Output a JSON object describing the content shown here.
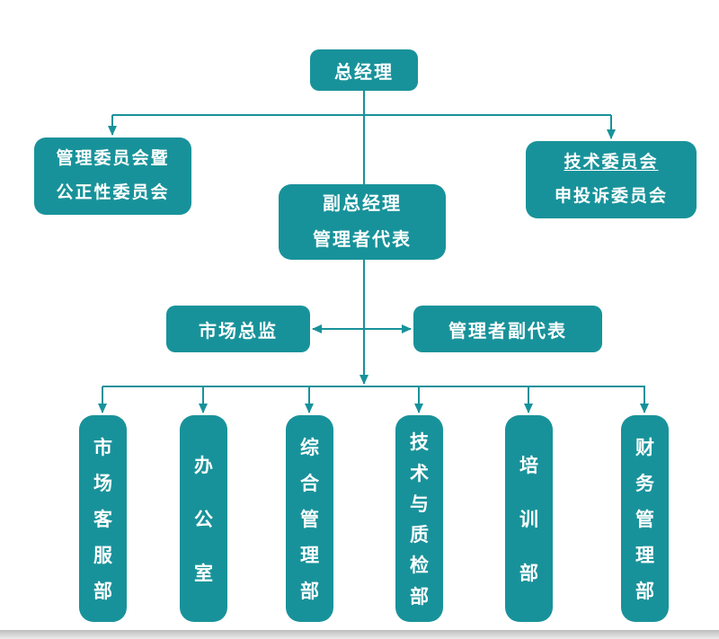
{
  "colors": {
    "box": "#18929a",
    "line": "#18929a",
    "text": "#ffffff",
    "bottom_strip": "#bdbdbd"
  },
  "nodes": {
    "general_manager": {
      "label": "总经理"
    },
    "management_committee": {
      "line1": "管理委员会暨",
      "line2": "公正性委员会"
    },
    "technical_committee": {
      "line1": "技术委员会",
      "line2": "申投诉委员会"
    },
    "deputy_general_manager": {
      "line1": "副总经理",
      "line2": "管理者代表"
    },
    "marketing_director": {
      "label": "市场总监"
    },
    "deputy_management_rep": {
      "label": "管理者副代表"
    },
    "departments": [
      {
        "label": "市场客服部"
      },
      {
        "label": "办公室"
      },
      {
        "label": "综合管理部"
      },
      {
        "label": "技术与质检部"
      },
      {
        "label": "培训部"
      },
      {
        "label": "财务管理部"
      }
    ]
  }
}
